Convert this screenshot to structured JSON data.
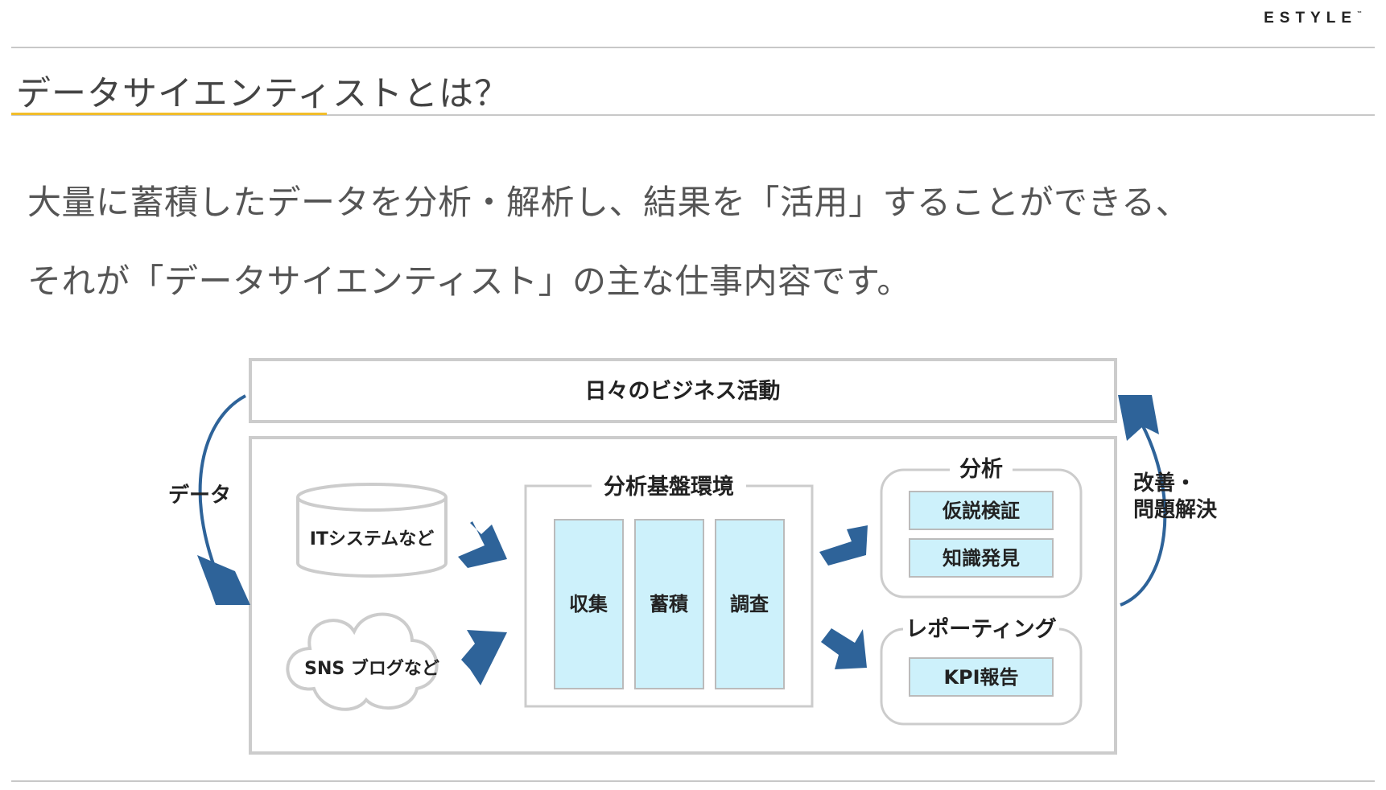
{
  "logo": {
    "text": "ESTYLE",
    "mark": "™"
  },
  "title": "データサイエンティストとは？",
  "lead": {
    "line1": "大量に蓄積したデータを分析・解析し、結果を「活用」することができる、",
    "line2": "それが「データサイエンティスト」の主な仕事内容です。"
  },
  "diagram": {
    "business_activity": "日々のビジネス活動",
    "data_label": "データ",
    "improvement_label_line1": "改善・",
    "improvement_label_line2": "問題解決",
    "source_it": "ITシステムなど",
    "source_sns": "SNS ブログなど",
    "platform_title": "分析基盤環境",
    "platform_columns": [
      "収集",
      "蓄積",
      "調査"
    ],
    "analysis_title": "分析",
    "analysis_items": [
      "仮説検証",
      "知識発見"
    ],
    "reporting_title": "レポーティング",
    "reporting_items": [
      "KPI報告"
    ]
  },
  "colors": {
    "accent_underline": "#f2bd2a",
    "arrow_blue": "#2e6399",
    "box_light_blue": "#cdf1fb",
    "border_gray": "#cccccc"
  }
}
